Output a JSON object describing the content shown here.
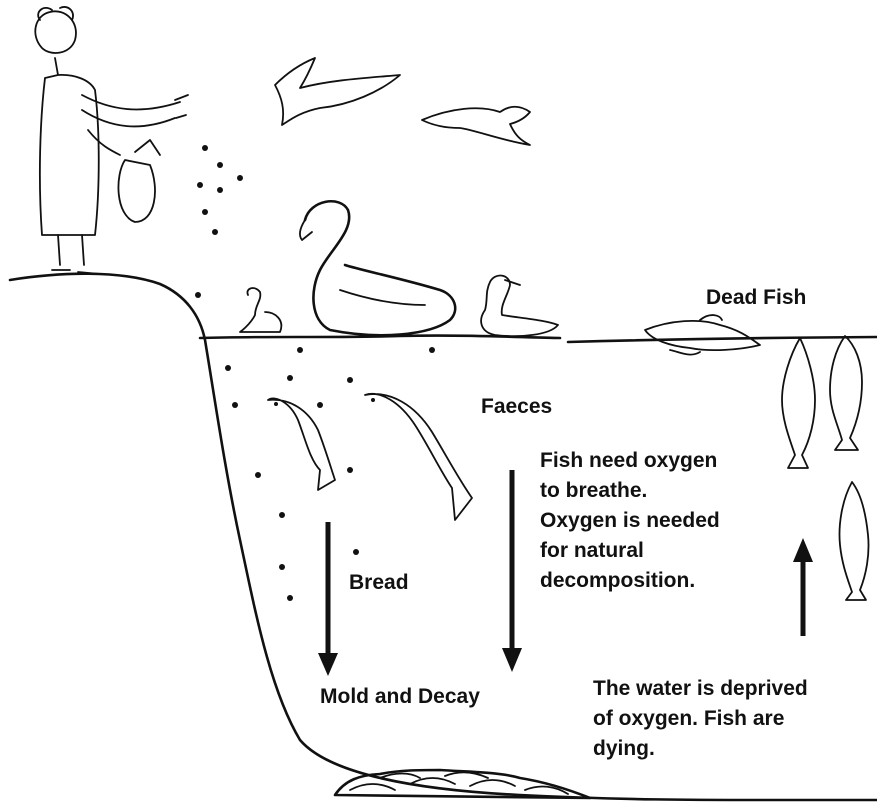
{
  "labels": {
    "dead_fish": "Dead Fish",
    "faeces": "Faeces",
    "bread": "Bread",
    "mold_decay": "Mold and Decay",
    "oxygen_note": [
      "Fish need oxygen",
      "to breathe.",
      "Oxygen is needed",
      "for natural",
      "decomposition."
    ],
    "deprived_note": [
      "The water is deprived",
      "of oxygen. Fish are",
      "dying."
    ]
  },
  "colors": {
    "ink": "#111111",
    "background": "#ffffff"
  }
}
